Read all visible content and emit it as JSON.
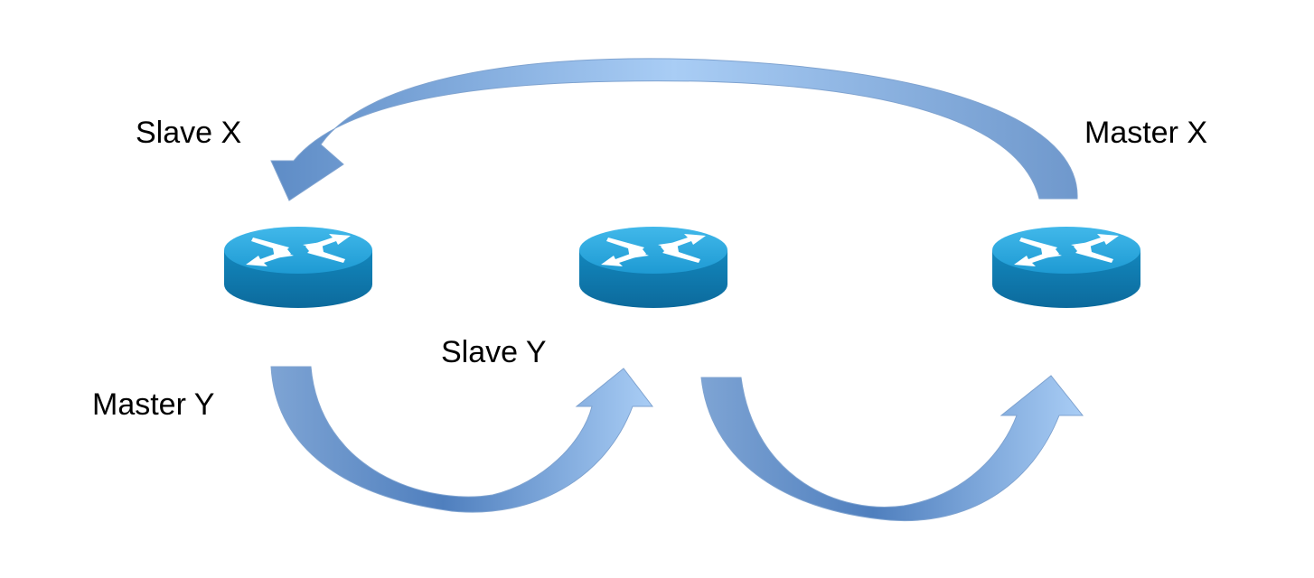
{
  "labels": {
    "slave_x": "Slave X",
    "master_x": "Master X",
    "slave_y": "Slave Y",
    "master_y": "Master Y"
  },
  "routers": [
    {
      "name": "router-left",
      "icon": "router-icon"
    },
    {
      "name": "router-middle",
      "icon": "router-icon"
    },
    {
      "name": "router-right",
      "icon": "router-icon"
    }
  ],
  "arrows": [
    {
      "name": "arrow-master-x-to-slave-x",
      "from": "router-right",
      "to": "router-left"
    },
    {
      "name": "arrow-master-y-to-slave-y",
      "from": "router-left",
      "to": "router-middle"
    },
    {
      "name": "arrow-middle-to-right",
      "from": "router-middle",
      "to": "router-right"
    }
  ],
  "colors": {
    "router_top": "#2aa8e0",
    "router_side": "#0e74a8",
    "arrow_light": "#a9cdf5",
    "arrow_dark": "#5e8cc6"
  }
}
